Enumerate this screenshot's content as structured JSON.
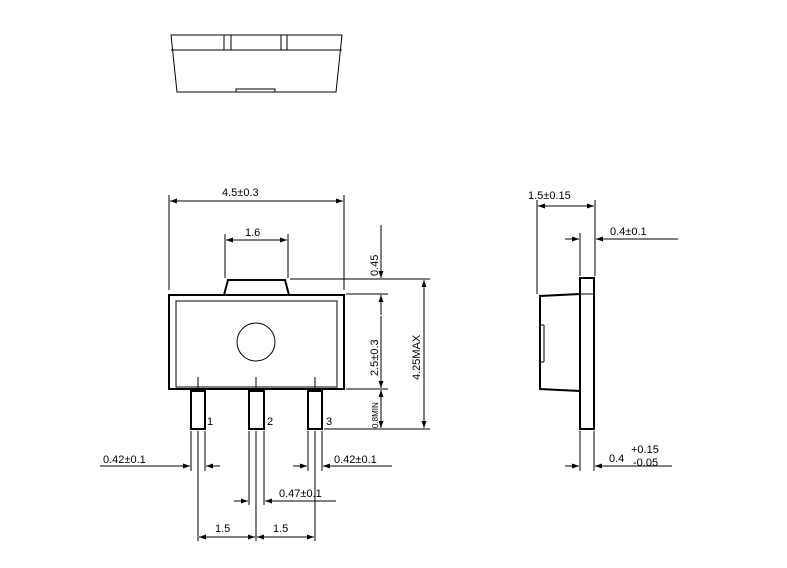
{
  "top_view": {
    "dim_width": "4.5±0.3",
    "dim_tab_width": "1.6",
    "dim_tab_height": "0.45",
    "dim_body_height": "2.5±0.3",
    "dim_lead_min": "0.8MIN",
    "dim_total_height": "4.25MAX",
    "pin_labels": [
      "1",
      "2",
      "3"
    ],
    "dim_lead_width_left": "0.42±0.1",
    "dim_lead_width_right": "0.42±0.1",
    "dim_center_lead_width": "0.47±0.1",
    "dim_pitch_left": "1.5",
    "dim_pitch_right": "1.5"
  },
  "side_view": {
    "dim_thickness": "1.5±0.15",
    "dim_tab_thickness": "0.4±0.1",
    "dim_lead_thickness": "0.4",
    "dim_lead_tol_plus": "+0.15",
    "dim_lead_tol_minus": "-0.05"
  }
}
